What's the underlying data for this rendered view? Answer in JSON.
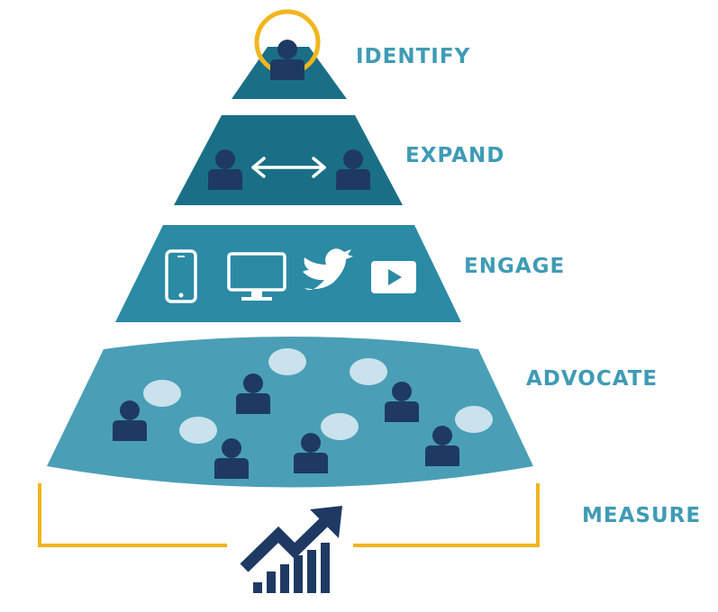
{
  "colors": {
    "tier_dark": "#1a6f87",
    "tier_mid": "#2b8aa4",
    "tier_light": "#4a9fb6",
    "person": "#1e3a63",
    "bubble": "#c9e2ec",
    "device": "#ffffff",
    "highlight": "#f2b51c",
    "label": "#3f9bb5",
    "chart": "#1e3a63"
  },
  "stages": [
    {
      "id": "identify",
      "label": "IDENTIFY",
      "icon": "person-spotlight-icon"
    },
    {
      "id": "expand",
      "label": "EXPAND",
      "icon": "two-people-arrow-icon"
    },
    {
      "id": "engage",
      "label": "ENGAGE",
      "icon": "devices-social-icon"
    },
    {
      "id": "advocate",
      "label": "ADVOCATE",
      "icon": "people-speech-bubbles-icon"
    },
    {
      "id": "measure",
      "label": "MEASURE",
      "icon": "growth-chart-icon"
    }
  ]
}
